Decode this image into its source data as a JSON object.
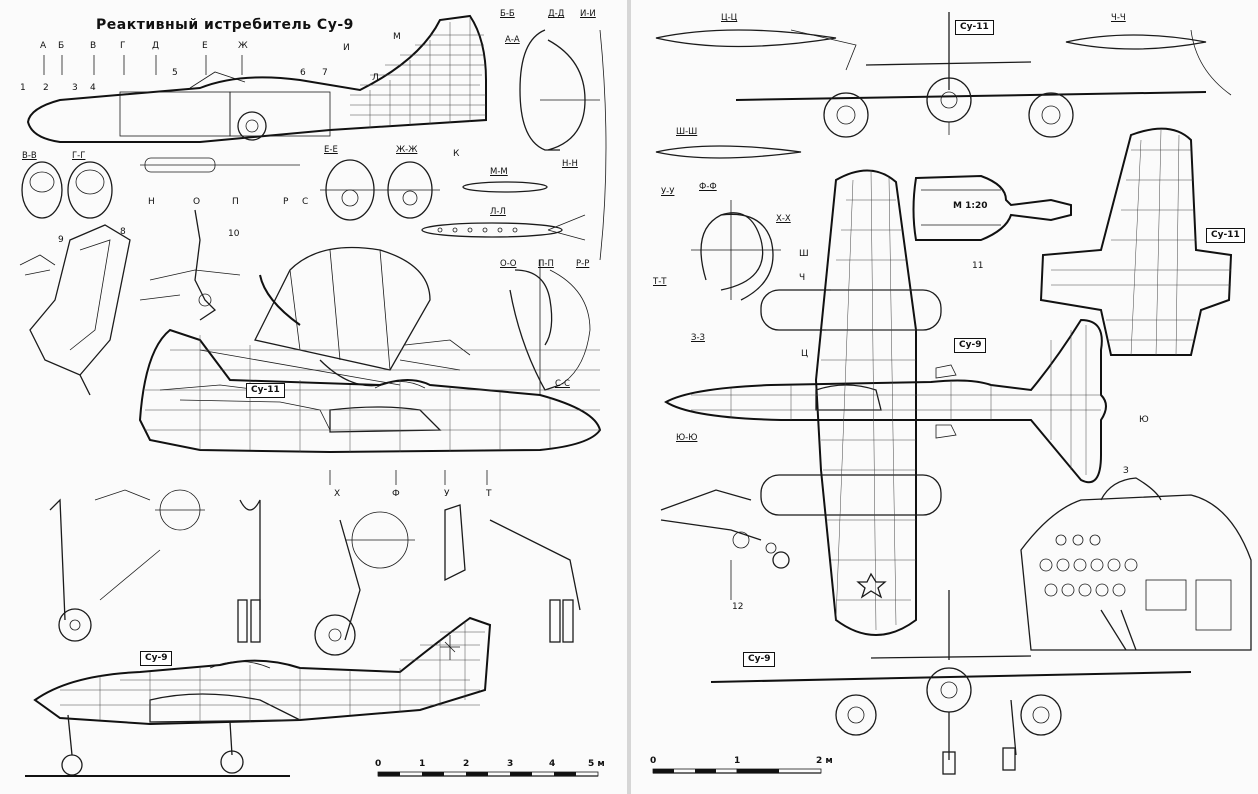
{
  "left_page": {
    "title": "Реактивный истребитель Су-9",
    "station_letters_top": [
      "А",
      "Б",
      "В",
      "Г",
      "Д",
      "Е",
      "Ж",
      "И",
      "М",
      "Л"
    ],
    "station_letters_bottom": [
      "Н",
      "О",
      "П",
      "Р",
      "С",
      "К"
    ],
    "part_numbers": [
      "1",
      "2",
      "3",
      "4",
      "5",
      "6",
      "7",
      "8",
      "9",
      "10"
    ],
    "section_labels": [
      "В-В",
      "Г-Г",
      "Е-Е",
      "Ж-Ж",
      "М-М",
      "Л-Л",
      "Б-Б",
      "Д-Д",
      "И-И",
      "А-А",
      "Н-Н",
      "О-О",
      "П-П",
      "Р-Р",
      "С-С"
    ],
    "model_su11": "Су-11",
    "model_su9": "Су-9",
    "lower_station_letters": [
      "Х",
      "Ф",
      "У",
      "Т"
    ],
    "scale_ticks": [
      "0",
      "1",
      "2",
      "3",
      "4",
      "5 м"
    ]
  },
  "right_page": {
    "section_labels": [
      "Ц-Ц",
      "Ч-Ч",
      "Ш-Ш",
      "У-У",
      "Ф-Ф",
      "Х-Х",
      "Т-Т",
      "З-З",
      "Ю-Ю"
    ],
    "model_su11_front": "Су-11",
    "model_su11_wing": "Су-11",
    "model_su9_top": "Су-9",
    "model_su9_front": "Су-9",
    "engine_scale": "М 1:20",
    "part_numbers": [
      "11",
      "12"
    ],
    "station_letters": [
      "Ш",
      "Ч",
      "Ц",
      "Ю",
      "З"
    ],
    "scale_ticks": [
      "0",
      "1",
      "2 м"
    ]
  }
}
